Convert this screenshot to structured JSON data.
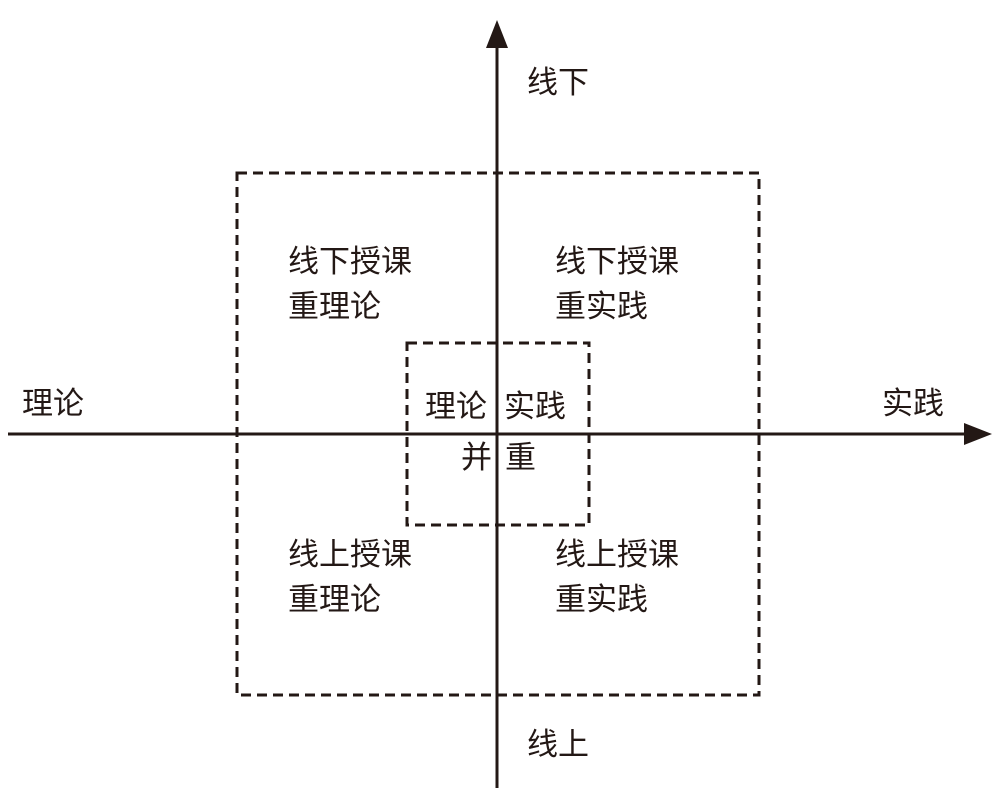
{
  "axis": {
    "top": "线下",
    "bottom": "线上",
    "left": "理论",
    "right": "实践"
  },
  "quadrants": {
    "top_left": {
      "line1": "线下授课",
      "line2": "重理论"
    },
    "top_right": {
      "line1": "线下授课",
      "line2": "重实践"
    },
    "bottom_left": {
      "line1": "线上授课",
      "line2": "重理论"
    },
    "bottom_right": {
      "line1": "线上授课",
      "line2": "重实践"
    }
  },
  "center": {
    "left_word": "理论",
    "right_word": "实践",
    "left_char": "并",
    "right_char": "重"
  },
  "colors": {
    "ink": "#231815",
    "background": "#ffffff"
  }
}
